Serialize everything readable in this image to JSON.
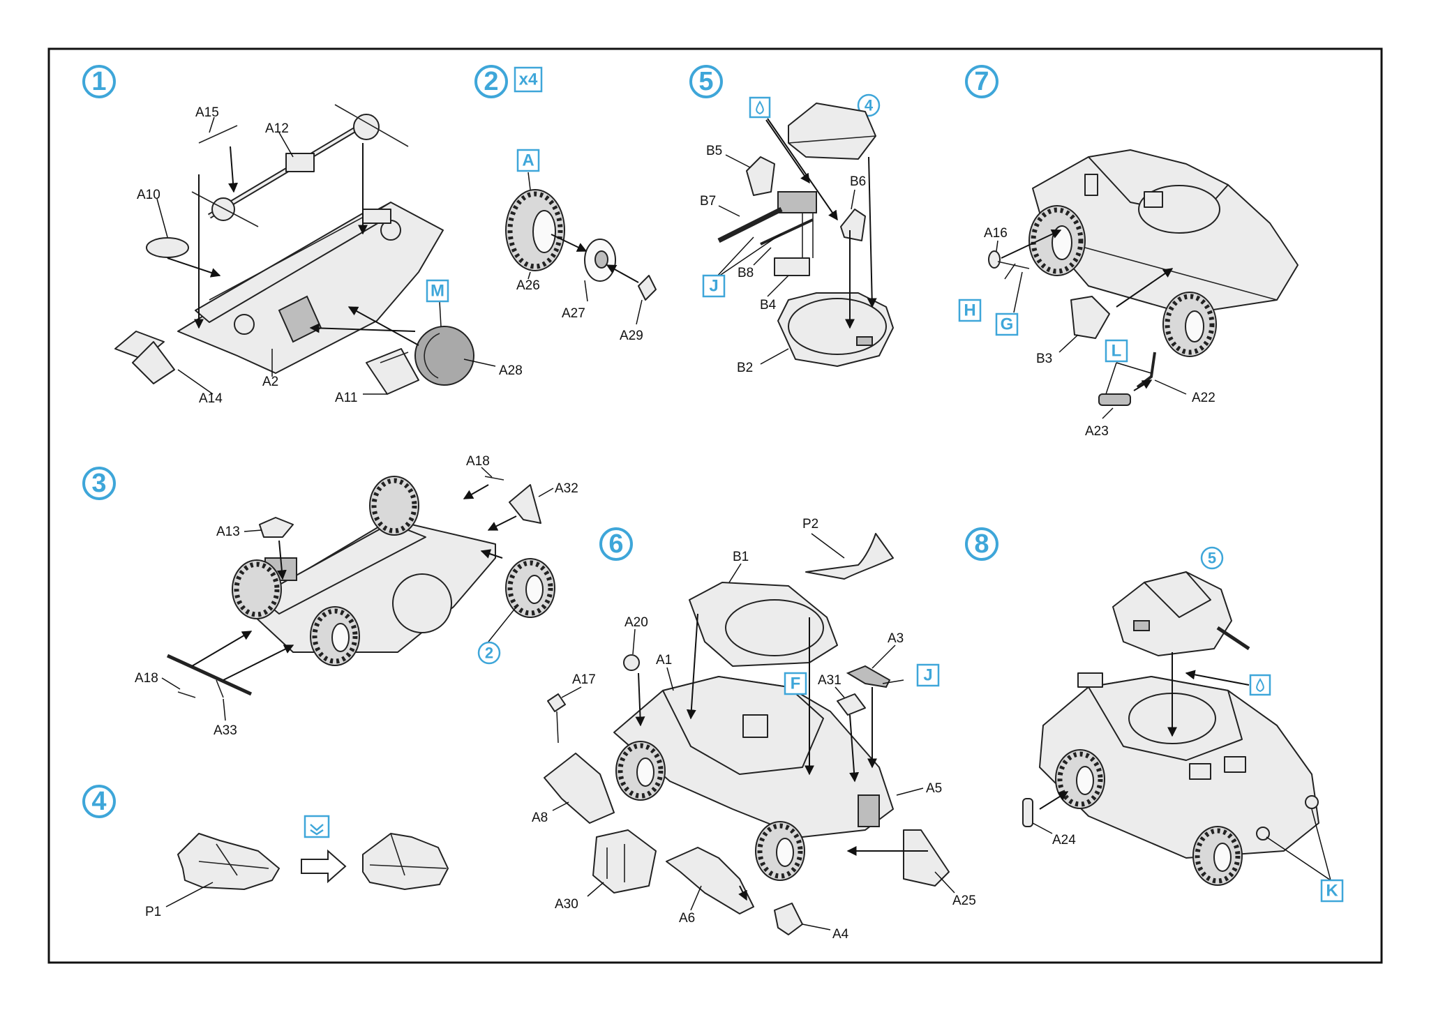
{
  "steps": [
    {
      "id": "1",
      "label": "1"
    },
    {
      "id": "2",
      "label": "2",
      "multiplier": "x4"
    },
    {
      "id": "3",
      "label": "3"
    },
    {
      "id": "4",
      "label": "4"
    },
    {
      "id": "5",
      "label": "5"
    },
    {
      "id": "6",
      "label": "6"
    },
    {
      "id": "7",
      "label": "7"
    },
    {
      "id": "8",
      "label": "8"
    }
  ],
  "step_refs": {
    "s3_ref": "2",
    "s5_ref": "4",
    "s8_ref": "5"
  },
  "callouts": {
    "s1_M": "M",
    "s2_A": "A",
    "s5_J": "J",
    "s6_F": "F",
    "s6_J": "J",
    "s7_H": "H",
    "s7_G": "G",
    "s7_L": "L",
    "s8_K": "K"
  },
  "icons": {
    "s4_fold_icon": "fold-symbol-icon",
    "s5_glue_icon": "glue-drop-icon",
    "s8_glue_icon": "glue-drop-icon",
    "s4_arrow_icon": "hollow-arrow-icon"
  },
  "labels": {
    "s1": {
      "A15": "A15",
      "A12": "A12",
      "A10": "A10",
      "A14": "A14",
      "A2": "A2",
      "A11": "A11",
      "A28": "A28"
    },
    "s2": {
      "A26": "A26",
      "A27": "A27",
      "A29": "A29"
    },
    "s3": {
      "A18a": "A18",
      "A32": "A32",
      "A13": "A13",
      "A18b": "A18",
      "A33": "A33"
    },
    "s4": {
      "P1": "P1"
    },
    "s5": {
      "B5": "B5",
      "B6": "B6",
      "B7": "B7",
      "B8": "B8",
      "B4": "B4",
      "B2": "B2"
    },
    "s6": {
      "P2": "P2",
      "B1": "B1",
      "A20": "A20",
      "A1": "A1",
      "A17": "A17",
      "A3": "A3",
      "A31": "A31",
      "A5": "A5",
      "A8": "A8",
      "A25": "A25",
      "A30": "A30",
      "A6": "A6",
      "A4": "A4"
    },
    "s7": {
      "A16": "A16",
      "B3": "B3",
      "A22": "A22",
      "A23": "A23"
    },
    "s8": {
      "A24": "A24"
    }
  },
  "colors": {
    "accent": "#3ea6d9",
    "line": "#111111",
    "fill_light": "#ececec",
    "fill_grey": "#a9a9a9"
  }
}
